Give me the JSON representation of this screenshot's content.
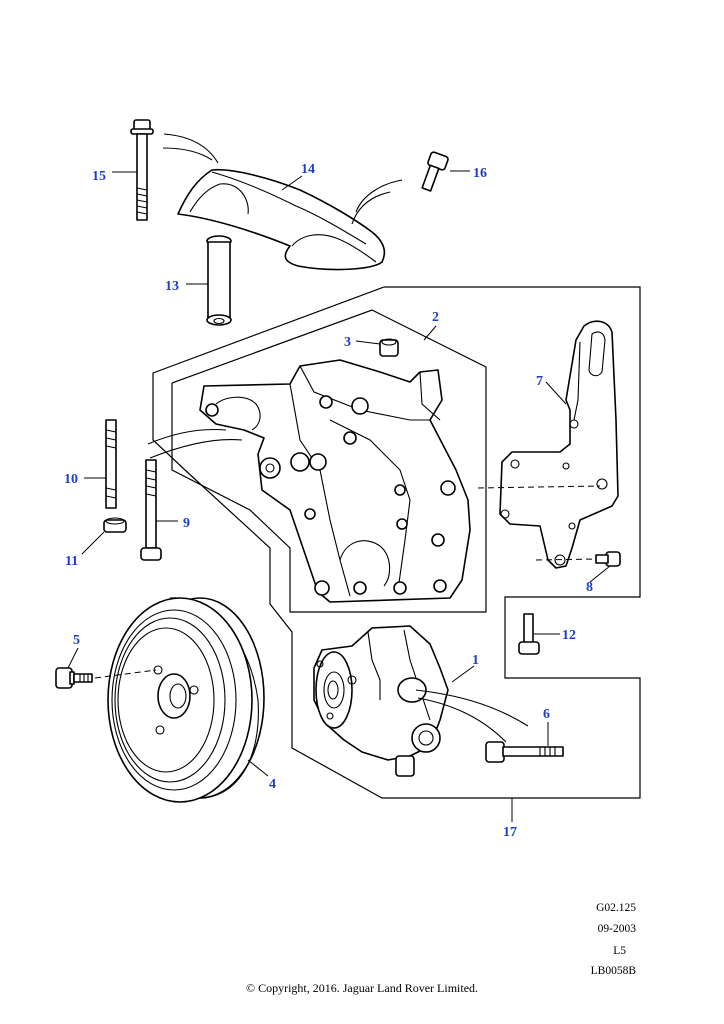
{
  "callouts": {
    "c1": "1",
    "c2": "2",
    "c3": "3",
    "c4": "4",
    "c5": "5",
    "c6": "6",
    "c7": "7",
    "c8": "8",
    "c9": "9",
    "c10": "10",
    "c11": "11",
    "c12": "12",
    "c13": "13",
    "c14": "14",
    "c15": "15",
    "c16": "16",
    "c17": "17"
  },
  "meta": {
    "ref": "G02.125",
    "date": "09-2003",
    "model": "L5",
    "drawing": "LB0058B"
  },
  "footer": {
    "copyright": "© Copyright, 2016. Jaguar Land Rover Limited."
  },
  "colors": {
    "callout": "#1a3fc4",
    "line": "#000000"
  }
}
